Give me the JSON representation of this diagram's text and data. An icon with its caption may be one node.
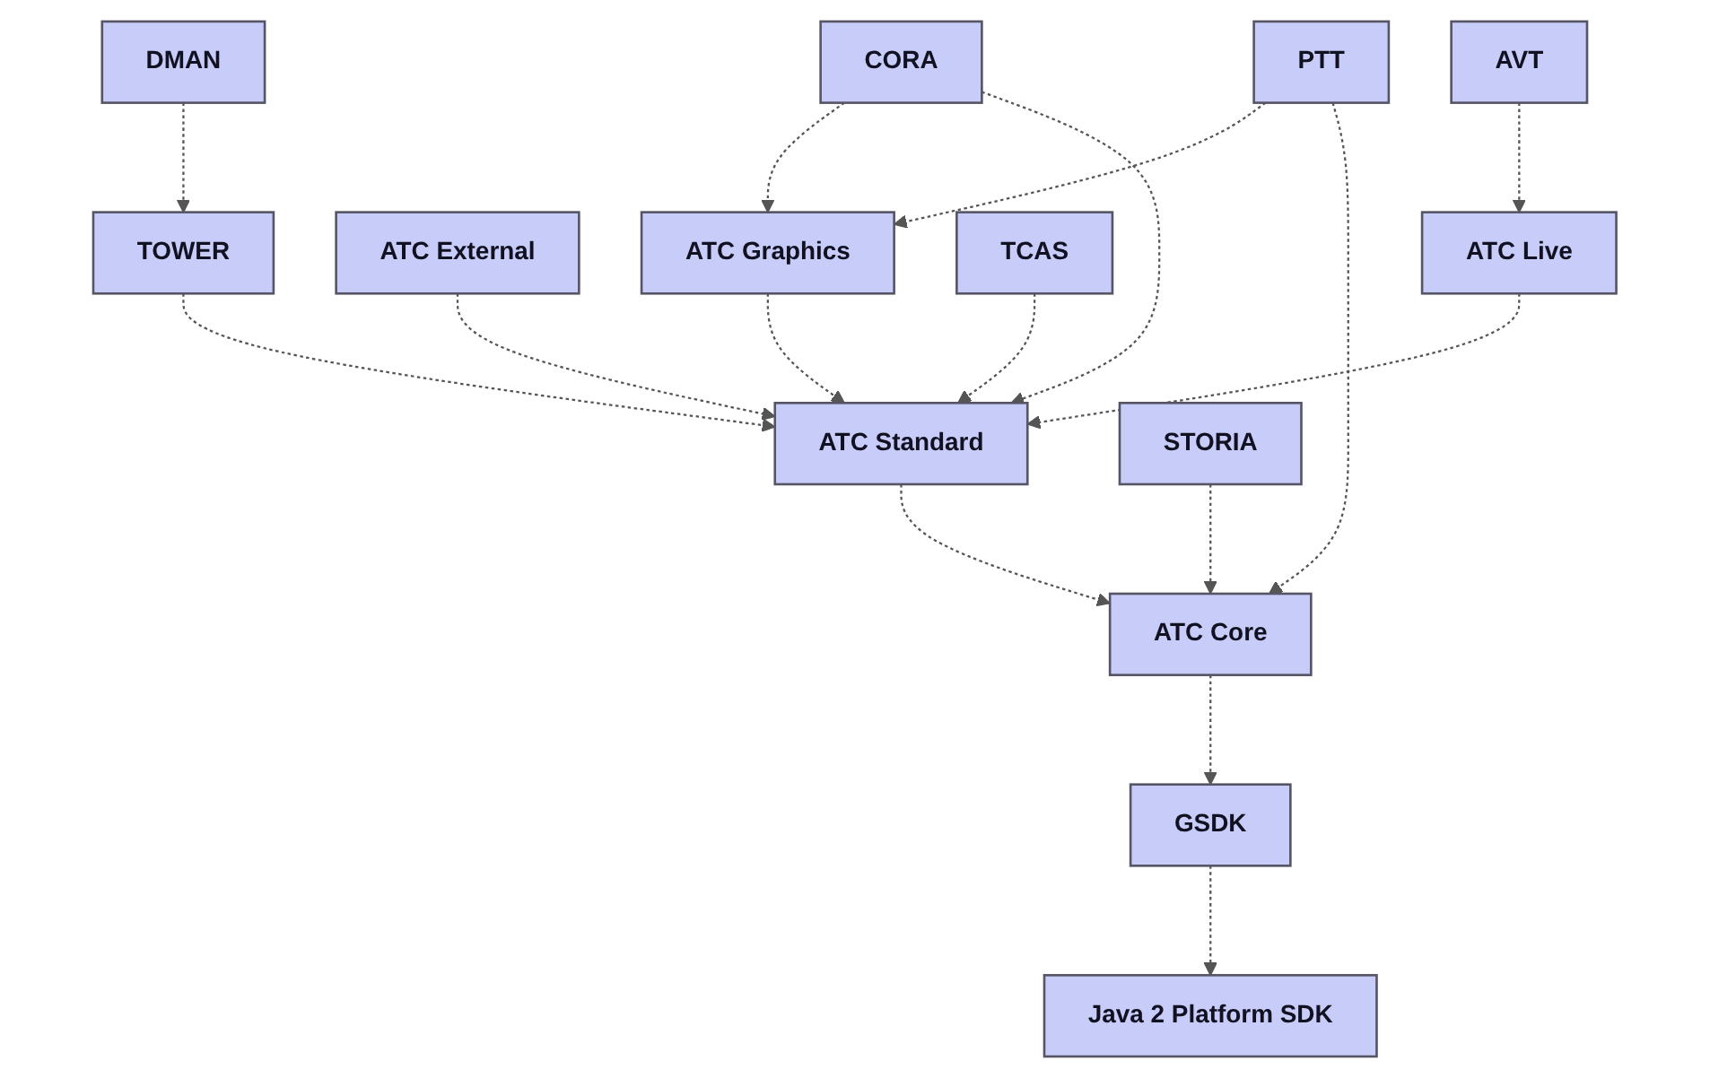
{
  "diagram": {
    "nodes": [
      {
        "text": [
          "DMAN"
        ]
      },
      {
        "text": [
          "CORA"
        ]
      },
      {
        "text": [
          "TCAS"
        ]
      },
      {
        "text": [
          "AVT"
        ]
      },
      {
        "text": [
          "PTT"
        ]
      },
      {
        "text": [
          "STORIA"
        ]
      },
      {
        "text": [
          "TOWER"
        ]
      },
      {
        "text": [
          "ATC Graphics"
        ]
      },
      {
        "text": [
          "ATC External"
        ]
      },
      {
        "text": [
          "ATC Live"
        ]
      },
      {
        "text": [
          "ATC Standard"
        ]
      },
      {
        "text": [
          "ATC Core"
        ]
      },
      {
        "text": [
          "GSDK"
        ]
      },
      {
        "text": [
          "Java 2 Platform SDK"
        ]
      }
    ],
    "edges": [
      {
        "from": 0,
        "to": 6,
        "arrow": "to",
        "style": "dashed"
      },
      {
        "from": 1,
        "to": 7,
        "arrow": "to",
        "style": "dashed"
      },
      {
        "from": 1,
        "to": 10,
        "arrow": "to",
        "style": "dashed"
      },
      {
        "from": 2,
        "to": 10,
        "arrow": "to",
        "style": "dashed"
      },
      {
        "from": 3,
        "to": 9,
        "arrow": "to",
        "style": "dashed"
      },
      {
        "from": 4,
        "to": 7,
        "arrow": "to",
        "style": "dashed"
      },
      {
        "from": 4,
        "to": 11,
        "arrow": "to",
        "style": "dashed"
      },
      {
        "from": 5,
        "to": 11,
        "arrow": "to",
        "style": "dashed"
      },
      {
        "from": 6,
        "to": 10,
        "arrow": "to",
        "style": "dashed"
      },
      {
        "from": 8,
        "to": 10,
        "arrow": "to",
        "style": "dashed"
      },
      {
        "from": 7,
        "to": 10,
        "arrow": "to",
        "style": "dashed"
      },
      {
        "from": 9,
        "to": 10,
        "arrow": "to",
        "style": "dashed"
      },
      {
        "from": 10,
        "to": 11,
        "arrow": "to",
        "style": "dashed"
      },
      {
        "from": 11,
        "to": 12,
        "arrow": "to",
        "style": "dashed"
      },
      {
        "from": 12,
        "to": 13,
        "arrow": "to",
        "style": "dashed"
      }
    ]
  }
}
